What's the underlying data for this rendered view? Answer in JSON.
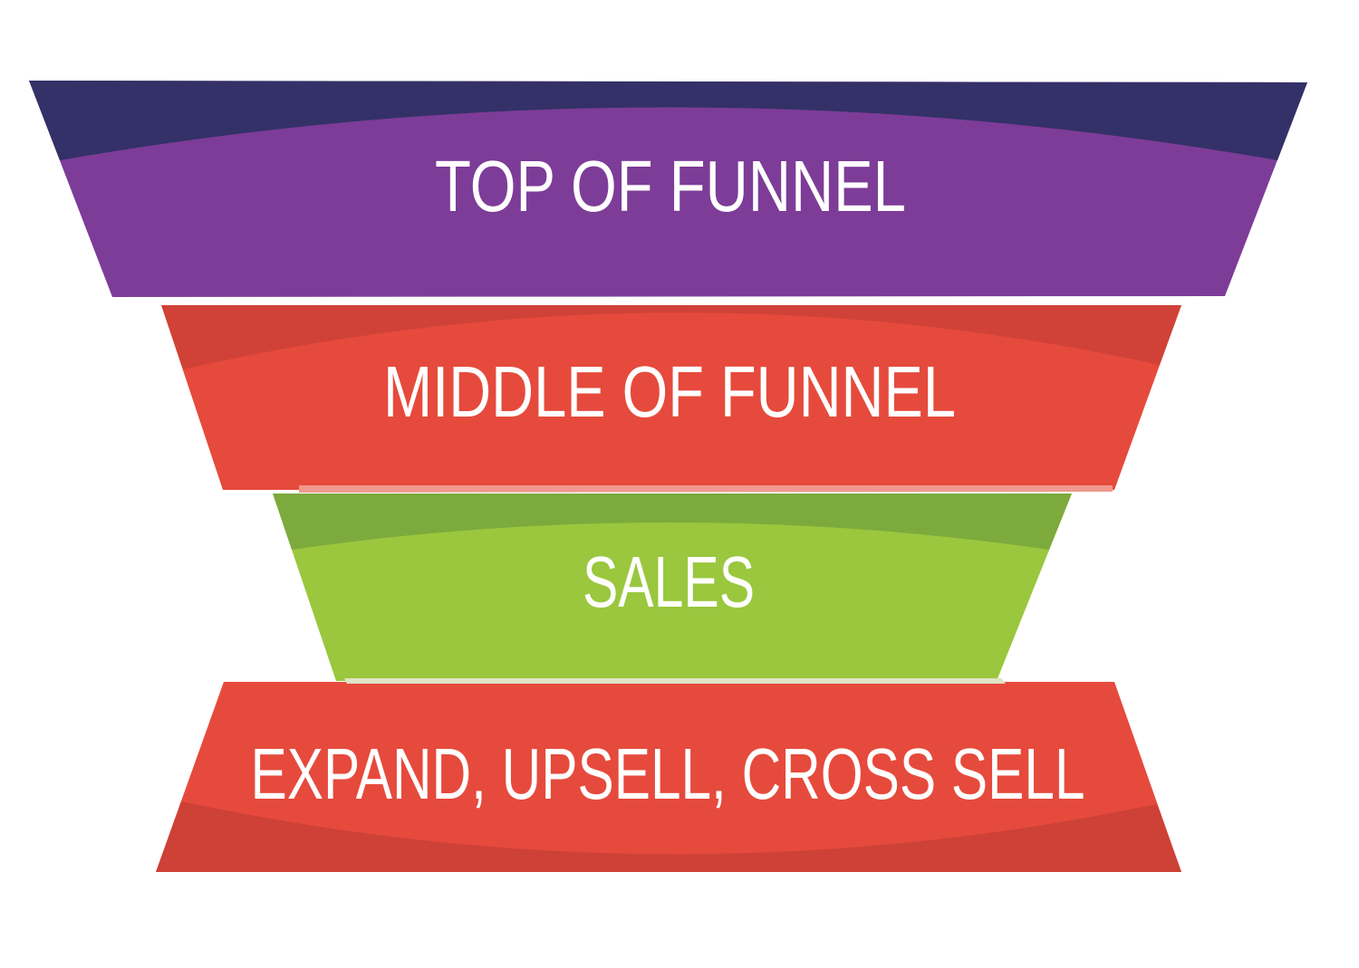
{
  "figure": {
    "name": "sales-funnel-diagram",
    "background": "#ffffff",
    "text_color": "#ffffff",
    "stages": [
      {
        "label": "TOP OF FUNNEL",
        "color": "#7d3c98",
        "shade_color": "#333167"
      },
      {
        "label": "MIDDLE OF FUNNEL",
        "color": "#e64a3c",
        "shade_color": "#d04237",
        "highlight_color": "#f0988e"
      },
      {
        "label": "SALES",
        "color": "#9ac73d",
        "shade_color": "#7caa3d",
        "highlight_color": "#dfe3c4"
      },
      {
        "label": "EXPAND, UPSELL, CROSS SELL",
        "color": "#e64a3c",
        "shade_color": "#cd4136"
      }
    ]
  }
}
